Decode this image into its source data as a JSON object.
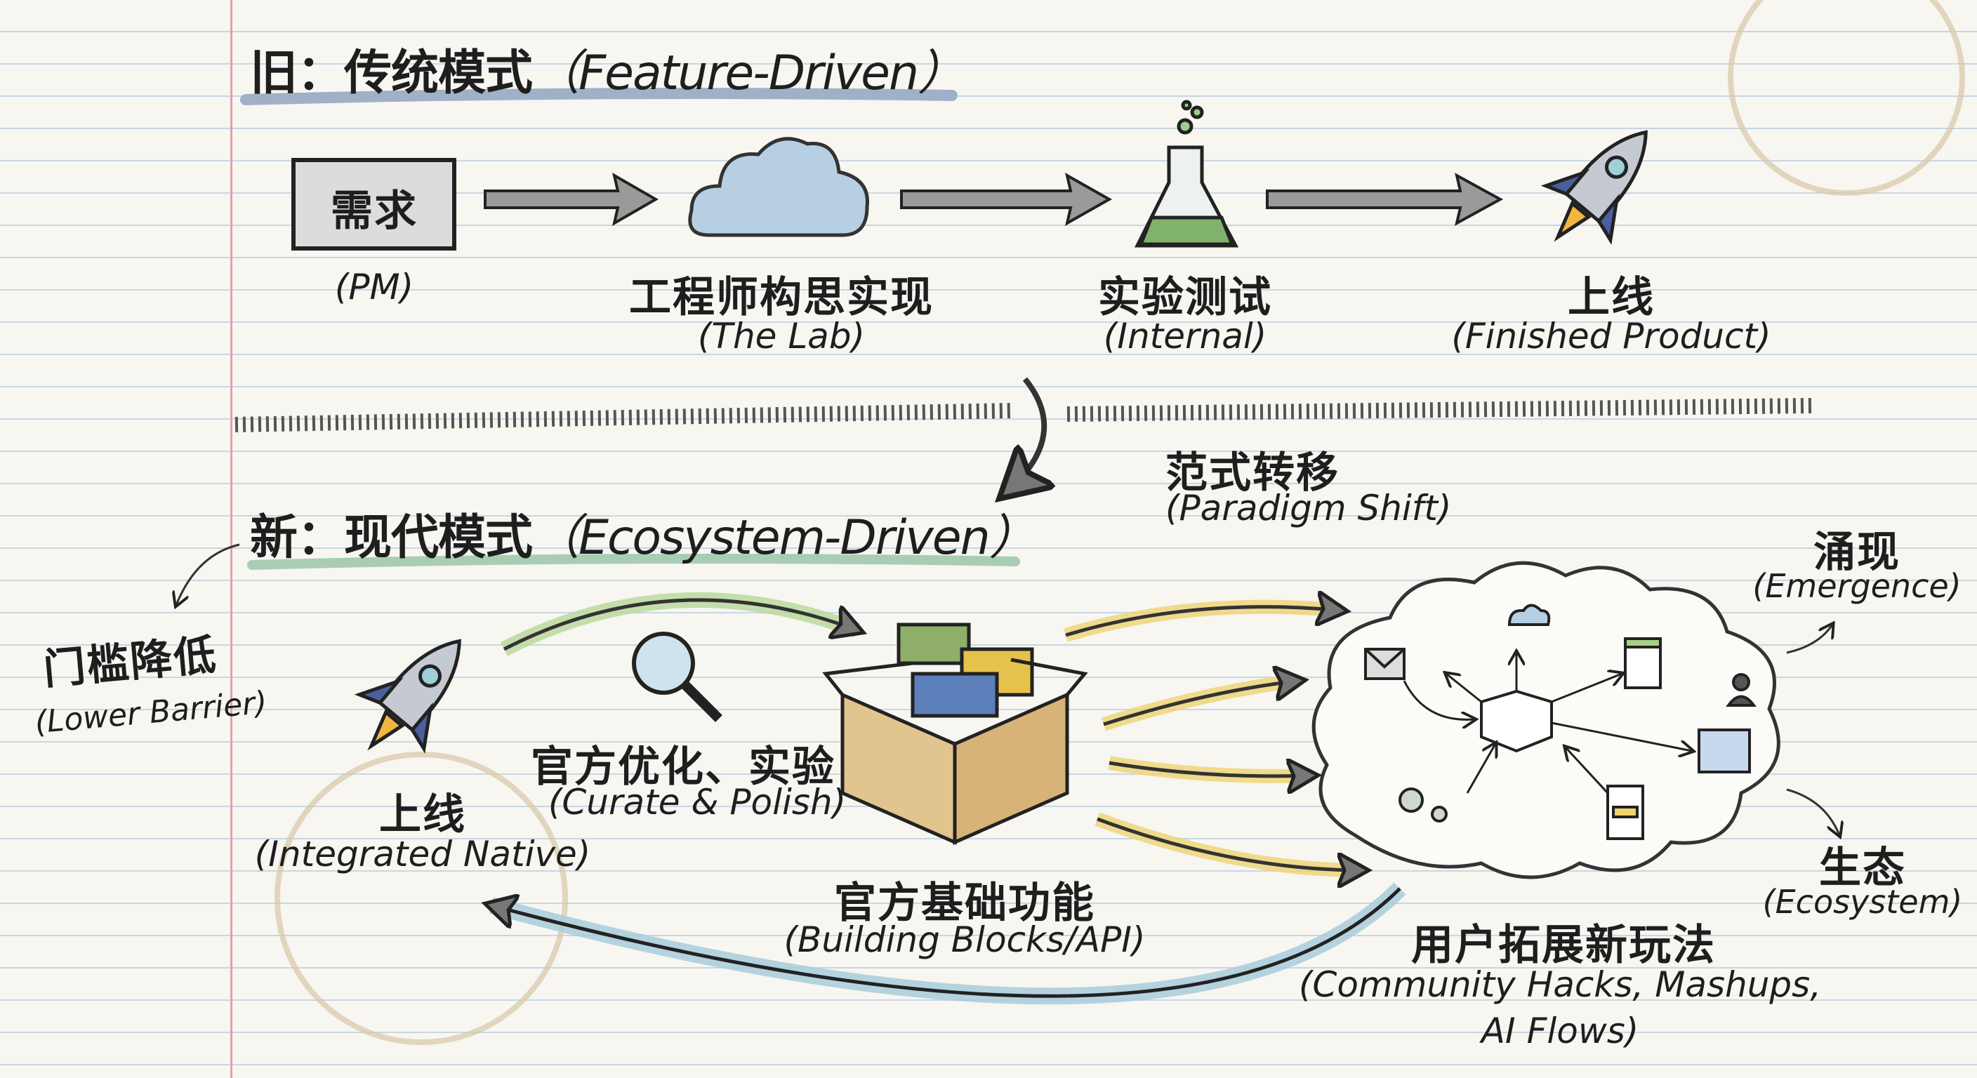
{
  "old_model": {
    "title_zh": "旧：传统模式",
    "title_en": "（Feature-Driven）",
    "steps": [
      {
        "zh": "需求",
        "en": "(PM)",
        "icon": "requirement-box"
      },
      {
        "zh": "工程师构思实现",
        "en": "(The Lab)",
        "icon": "cloud-icon"
      },
      {
        "zh": "实验测试",
        "en": "(Internal)",
        "icon": "flask-icon"
      },
      {
        "zh": "上线",
        "en": "(Finished Product)",
        "icon": "rocket-icon"
      }
    ]
  },
  "shift": {
    "zh": "范式转移",
    "en": "(Paradigm Shift)"
  },
  "new_model": {
    "title_zh": "新：现代模式",
    "title_en": "（Ecosystem-Driven）",
    "lower_barrier": {
      "zh": "门槛降低",
      "en": "(Lower Barrier)"
    },
    "launch": {
      "zh": "上线",
      "en": "(Integrated Native)",
      "icon": "rocket-icon"
    },
    "curate": {
      "zh": "官方优化、实验",
      "en": "(Curate & Polish)",
      "icon": "magnifier-icon"
    },
    "building_blocks": {
      "zh": "官方基础功能",
      "en": "(Building Blocks/API)",
      "icon": "lego-box-icon"
    },
    "community": {
      "zh": "用户拓展新玩法",
      "en_line1": "(Community Hacks, Mashups,",
      "en_line2": "AI Flows)",
      "icon": "idea-cloud-icon"
    },
    "emergence": {
      "zh": "涌现",
      "en": "(Emergence)"
    },
    "ecosystem": {
      "zh": "生态",
      "en": "(Ecosystem)"
    }
  },
  "colors": {
    "old_underline": "#9fb0c8",
    "new_underline": "#a9cdb4",
    "yellow_arrow": "#efd67a",
    "green_arrow": "#b7d89a",
    "blue_arrow": "#a9cbdc",
    "margin_line": "#e0a4a4",
    "ruled_line": "#c9d6e3"
  }
}
